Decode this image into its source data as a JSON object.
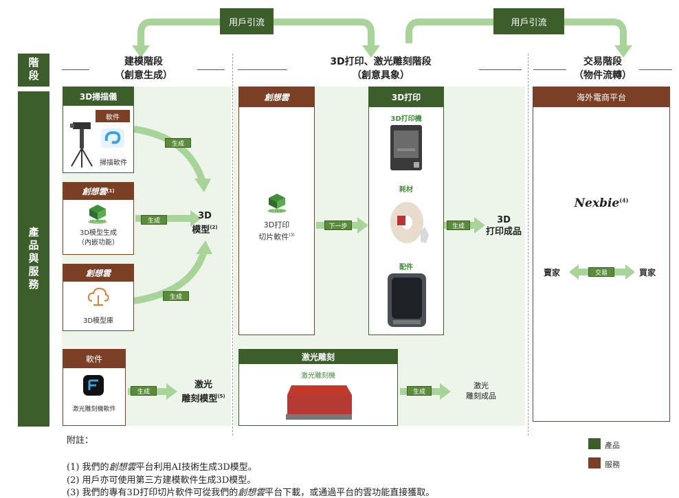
{
  "top_flow": {
    "label_left": "用戶引流",
    "label_right": "用戶引流"
  },
  "left_labels": {
    "stage": "階段",
    "product": "產品與服務"
  },
  "stages": {
    "modeling": {
      "line1": "建模階段",
      "line2": "（創意生成）"
    },
    "concrete": {
      "line1": "3D打印、激光雕刻階段",
      "line2": "（創意具象）"
    },
    "trade": {
      "line1": "交易階段",
      "line2": "（物件流轉）"
    }
  },
  "col1": {
    "scanner": {
      "title": "3D掃描儀",
      "software_tag": "軟件",
      "software_label": "掃描軟件"
    },
    "cloud1": {
      "title": "創想雲",
      "sup": "(1)",
      "caption_line1": "3D模型生成",
      "caption_line2": "（內嵌功能）",
      "logo_text": "3D PRINT"
    },
    "cloud2": {
      "title": "創想雲",
      "caption": "3D模型庫"
    },
    "software": {
      "title": "軟件",
      "caption": "激光雕刻機軟件"
    }
  },
  "arrows": {
    "generate": "生成",
    "next": "下一步",
    "trade": "交易"
  },
  "results": {
    "model3d_line1": "3D",
    "model3d_line2": "模型",
    "model3d_sup": "(2)",
    "laser_model_line1": "激光",
    "laser_model_line2": "雕刻模型",
    "laser_model_sup": "(5)",
    "print_result_line1": "3D",
    "print_result_line2": "打印成品",
    "laser_result_line1": "激光",
    "laser_result_line2": "雕刻成品"
  },
  "col2": {
    "cloud": {
      "title": "創想雲",
      "caption_line1": "3D打印",
      "caption_line2": "切片軟件",
      "sup": "(3)",
      "logo_text": "3D PRINT"
    },
    "print": {
      "title": "3D打印",
      "printer": "3D打印機",
      "filament": "耗材",
      "parts": "配件"
    },
    "laser": {
      "title": "激光雕刻",
      "machine": "激光雕刻機"
    }
  },
  "col3": {
    "title": "海外電商平台",
    "brand": "Nexbie",
    "brand_sup": "(4)",
    "seller": "賣家",
    "buyer": "買家"
  },
  "legend": {
    "product": "產品",
    "service": "服務"
  },
  "notes": {
    "heading": "附註：",
    "n1_pre": "(1) 我們的",
    "n1_em": "創想雲",
    "n1_post": "平台利用AI技術生成3D模型。",
    "n2": "(2) 用戶亦可使用第三方建模軟件生成3D模型。",
    "n3_pre": "(3) 我們的專有3D打印切片軟件可從我們的",
    "n3_em": "創想雲",
    "n3_post": "平台下載，或通過平台的雲功能直接獲取。"
  },
  "colors": {
    "green_dark": "#3b5e2b",
    "green_arrow": "#a8d49a",
    "brown": "#7b3f26",
    "panel_bg": "#edf4ea"
  }
}
